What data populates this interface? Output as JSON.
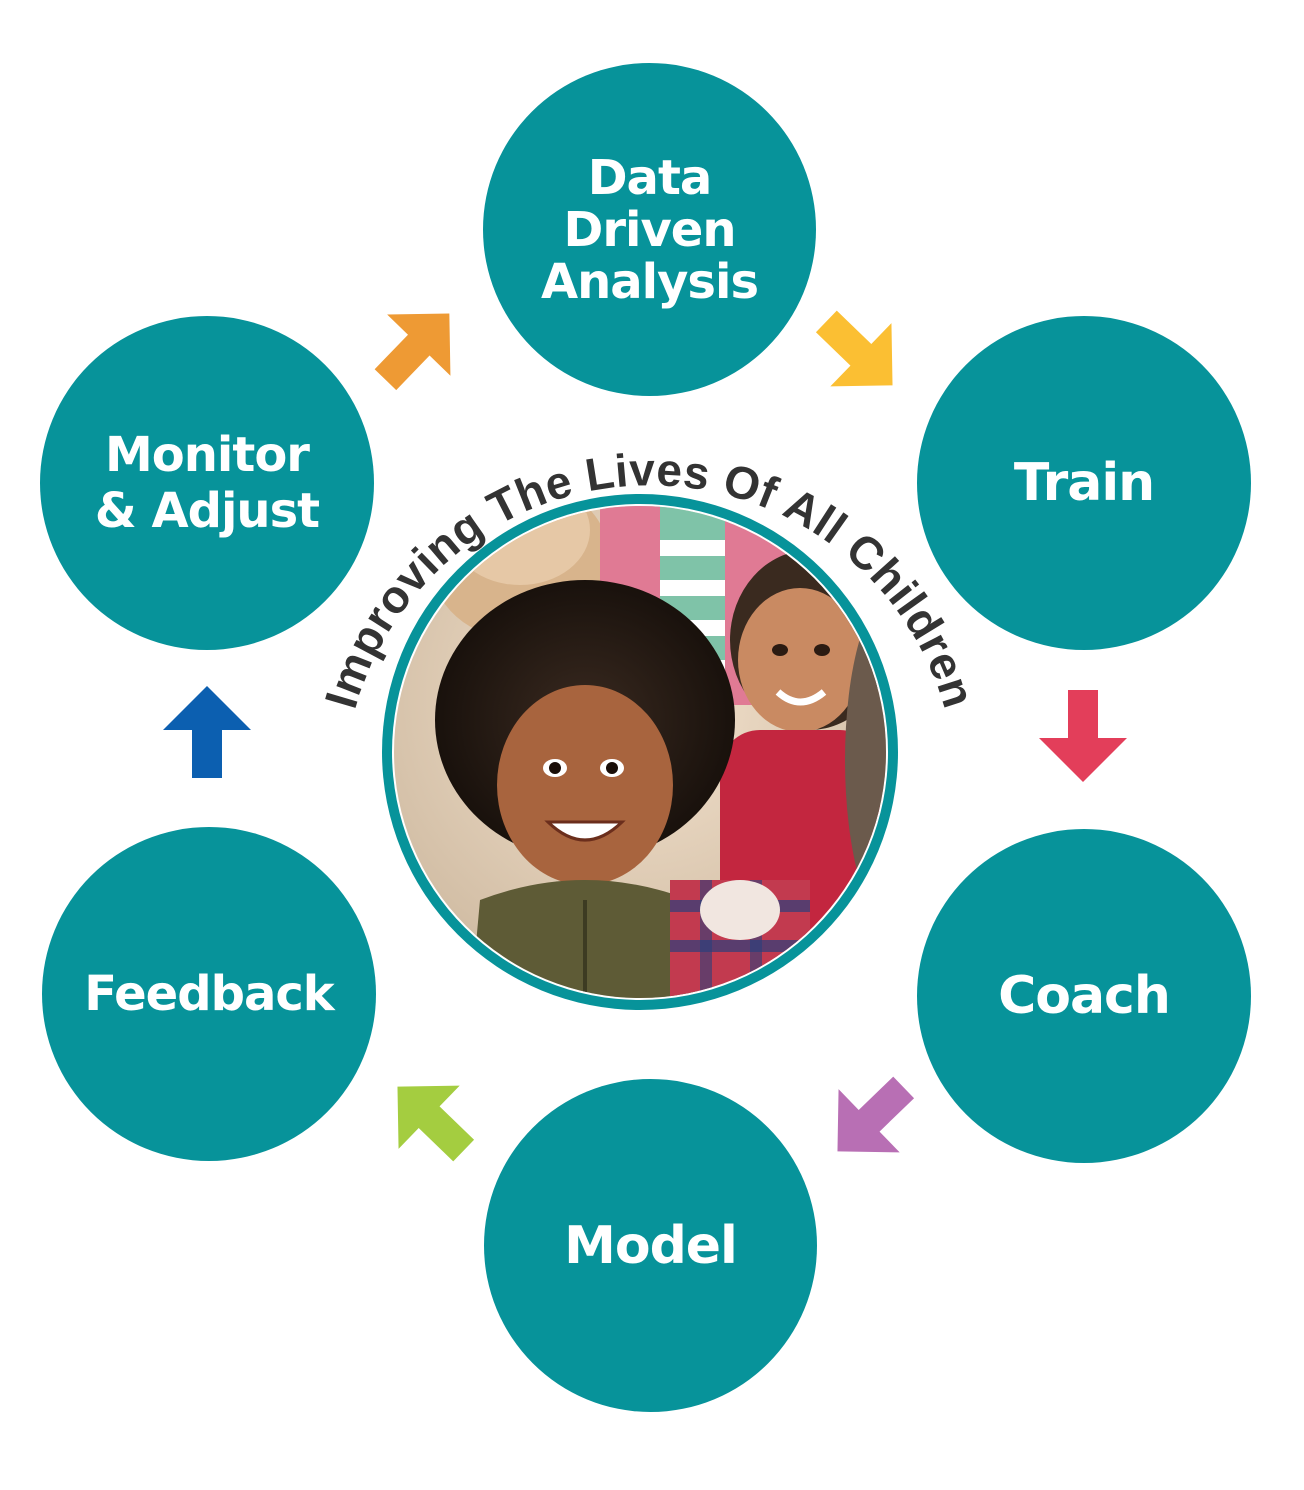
{
  "center": {
    "arc_text": "Improving The Lives Of All Children",
    "photo": "smiling-children-photo"
  },
  "nodes": {
    "data_driven_analysis": [
      "Data",
      "Driven",
      "Analysis"
    ],
    "train": "Train",
    "coach": "Coach",
    "model": "Model",
    "feedback": "Feedback",
    "monitor_adjust": [
      "Monitor",
      "& Adjust"
    ]
  },
  "colors": {
    "node": "#07939a",
    "center_ring": "#07939a",
    "arc_text": "#333333",
    "arrow_to_data": "#ee9a34",
    "arrow_to_train": "#fbbf33",
    "arrow_to_coach": "#e33e5a",
    "arrow_to_model": "#b86fb4",
    "arrow_to_feedback": "#a4cd40",
    "arrow_to_monitor": "#0c5fb0"
  },
  "icons": [
    "arrow-icon"
  ]
}
